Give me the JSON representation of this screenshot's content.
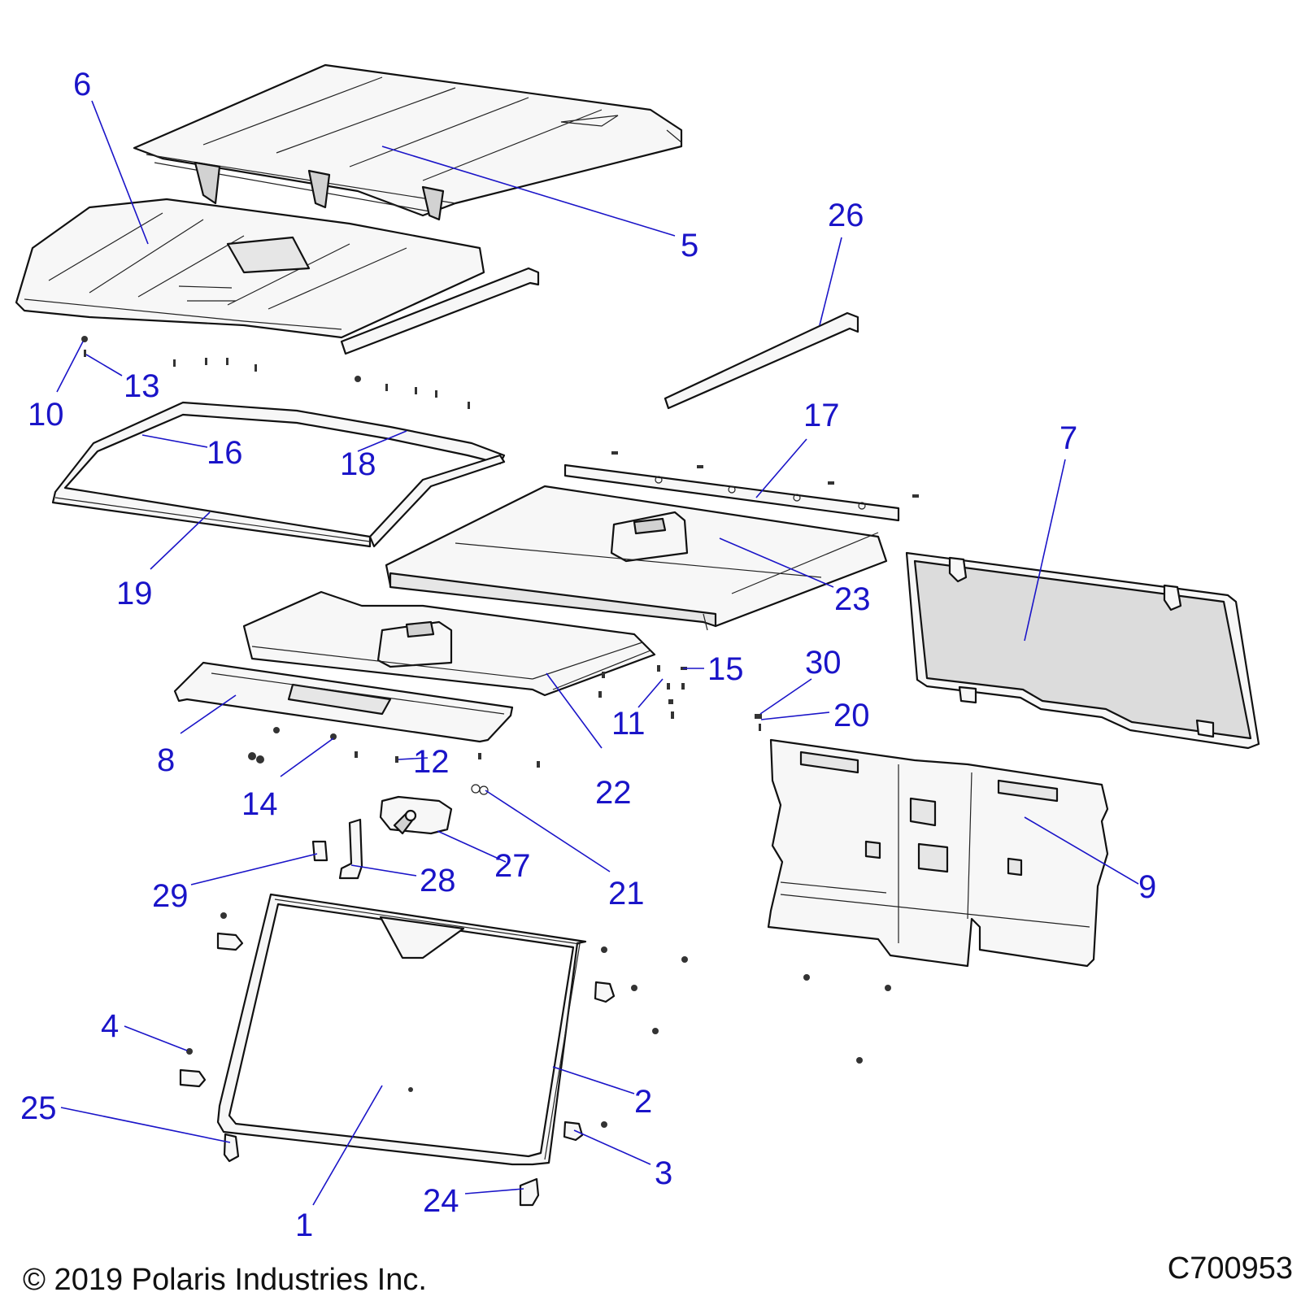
{
  "callouts": [
    {
      "id": "1",
      "label": "1"
    },
    {
      "id": "2",
      "label": "2"
    },
    {
      "id": "3",
      "label": "3"
    },
    {
      "id": "4",
      "label": "4"
    },
    {
      "id": "5",
      "label": "5"
    },
    {
      "id": "6",
      "label": "6"
    },
    {
      "id": "7",
      "label": "7"
    },
    {
      "id": "8",
      "label": "8"
    },
    {
      "id": "9",
      "label": "9"
    },
    {
      "id": "10",
      "label": "10"
    },
    {
      "id": "11",
      "label": "11"
    },
    {
      "id": "12",
      "label": "12"
    },
    {
      "id": "13",
      "label": "13"
    },
    {
      "id": "14",
      "label": "14"
    },
    {
      "id": "15",
      "label": "15"
    },
    {
      "id": "16",
      "label": "16"
    },
    {
      "id": "17",
      "label": "17"
    },
    {
      "id": "18",
      "label": "18"
    },
    {
      "id": "19",
      "label": "19"
    },
    {
      "id": "20",
      "label": "20"
    },
    {
      "id": "21",
      "label": "21"
    },
    {
      "id": "22",
      "label": "22"
    },
    {
      "id": "23",
      "label": "23"
    },
    {
      "id": "24",
      "label": "24"
    },
    {
      "id": "25",
      "label": "25"
    },
    {
      "id": "26",
      "label": "26"
    },
    {
      "id": "27",
      "label": "27"
    },
    {
      "id": "28",
      "label": "28"
    },
    {
      "id": "29",
      "label": "29"
    },
    {
      "id": "30",
      "label": "30"
    }
  ],
  "footer": {
    "copyright": "© 2019 Polaris Industries Inc.",
    "drawing_id": "C700953"
  },
  "colors": {
    "callout": "#1a14c8",
    "line_art": "#111111"
  }
}
